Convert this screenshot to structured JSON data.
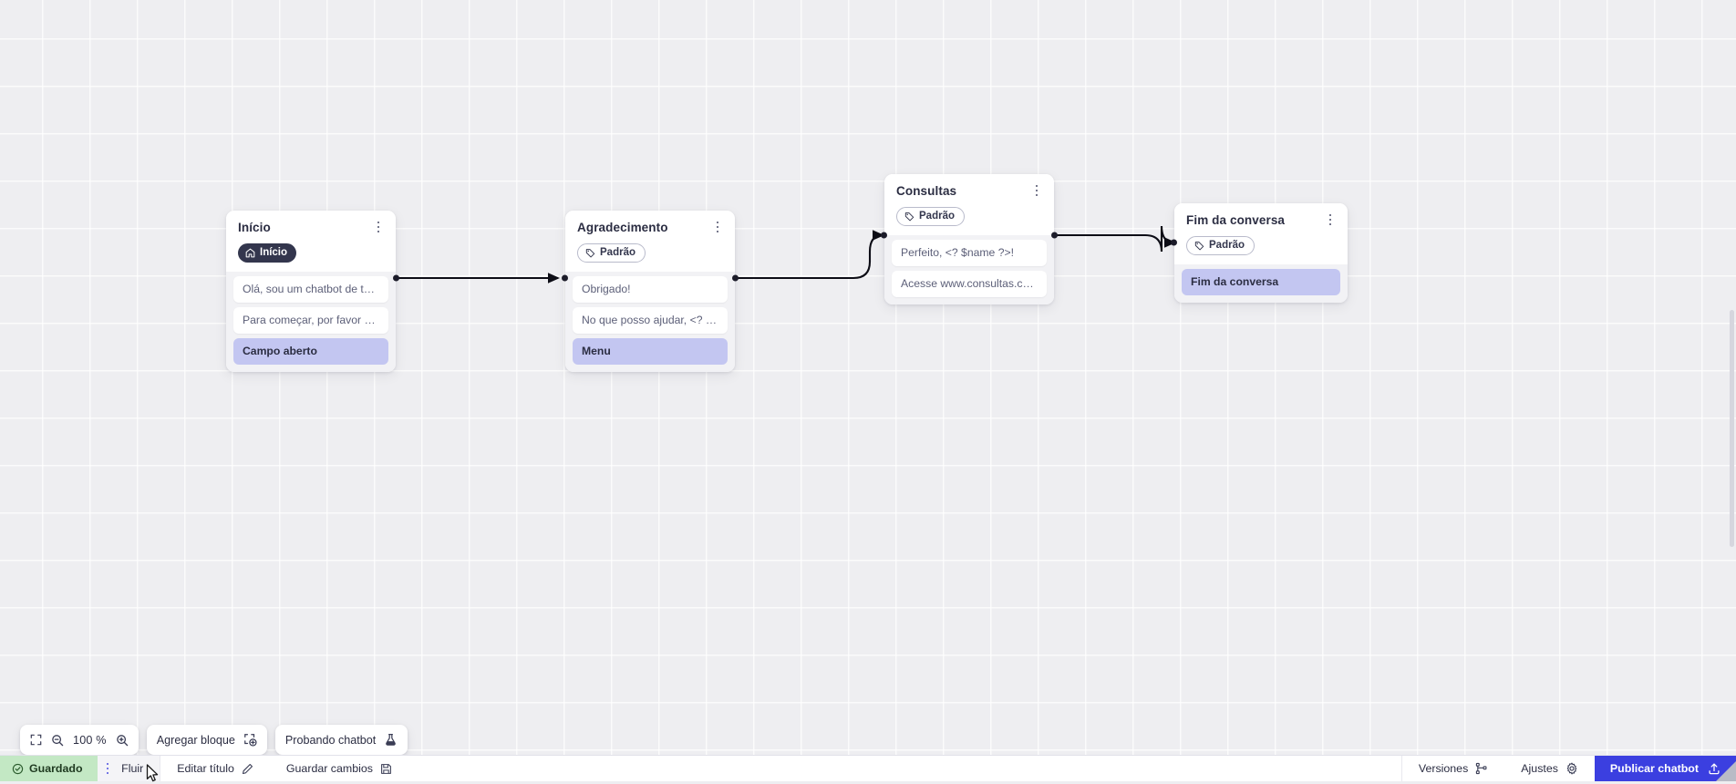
{
  "canvas": {
    "zoom_level": "100 %",
    "nodes": [
      {
        "id": "inicio",
        "title": "Início",
        "badge": {
          "label": "Início",
          "icon": "home-icon",
          "style": "start"
        },
        "messages": [
          {
            "text": "Olá, sou um chatbot de teste!",
            "accent": false
          },
          {
            "text": "Para começar, por favor digite o ...",
            "accent": false
          },
          {
            "text": "Campo aberto",
            "accent": true
          }
        ]
      },
      {
        "id": "agradecimento",
        "title": "Agradecimento",
        "badge": {
          "label": "Padrão",
          "icon": "tag-icon",
          "style": "default"
        },
        "messages": [
          {
            "text": "Obrigado!",
            "accent": false
          },
          {
            "text": "No que posso ajudar, <? $name ...",
            "accent": false
          },
          {
            "text": "Menu",
            "accent": true
          }
        ]
      },
      {
        "id": "consultas",
        "title": "Consultas",
        "badge": {
          "label": "Padrão",
          "icon": "tag-icon",
          "style": "default"
        },
        "messages": [
          {
            "text": "Perfeito, <? $name ?>!",
            "accent": false
          },
          {
            "text": "Acesse www.consultas.com par...",
            "accent": false
          }
        ]
      },
      {
        "id": "fim",
        "title": "Fim da conversa",
        "badge": {
          "label": "Padrão",
          "icon": "tag-icon",
          "style": "default"
        },
        "messages": [
          {
            "text": "Fim da conversa",
            "accent": true
          }
        ]
      }
    ]
  },
  "toolbar": {
    "fit_icon": "fit-screen-icon",
    "zoom_out_icon": "zoom-out-icon",
    "zoom_in_icon": "zoom-in-icon",
    "zoom_level": "100 %",
    "add_block_label": "Agregar bloque",
    "add_block_icon": "add-block-icon",
    "test_chatbot_label": "Probando chatbot",
    "test_chatbot_icon": "flask-icon"
  },
  "statusbar": {
    "saved_label": "Guardado",
    "saved_icon": "check-circle-icon",
    "tab_flow_label": "Fluir",
    "drag_handle_icon": "drag-dots-icon",
    "edit_title_label": "Editar título",
    "edit_title_icon": "pencil-icon",
    "save_changes_label": "Guardar cambios",
    "save_changes_icon": "floppy-disk-icon",
    "versions_label": "Versiones",
    "versions_icon": "branch-icon",
    "settings_label": "Ajustes",
    "settings_icon": "gear-icon",
    "publish_label": "Publicar chatbot",
    "publish_icon": "upload-icon"
  },
  "colors": {
    "accent_blue": "#3b3fe0",
    "saved_green": "#c3e8c4",
    "node_accent_row": "#c3c6f1",
    "badge_dark": "#33364d",
    "canvas_bg": "#eeeef1"
  }
}
